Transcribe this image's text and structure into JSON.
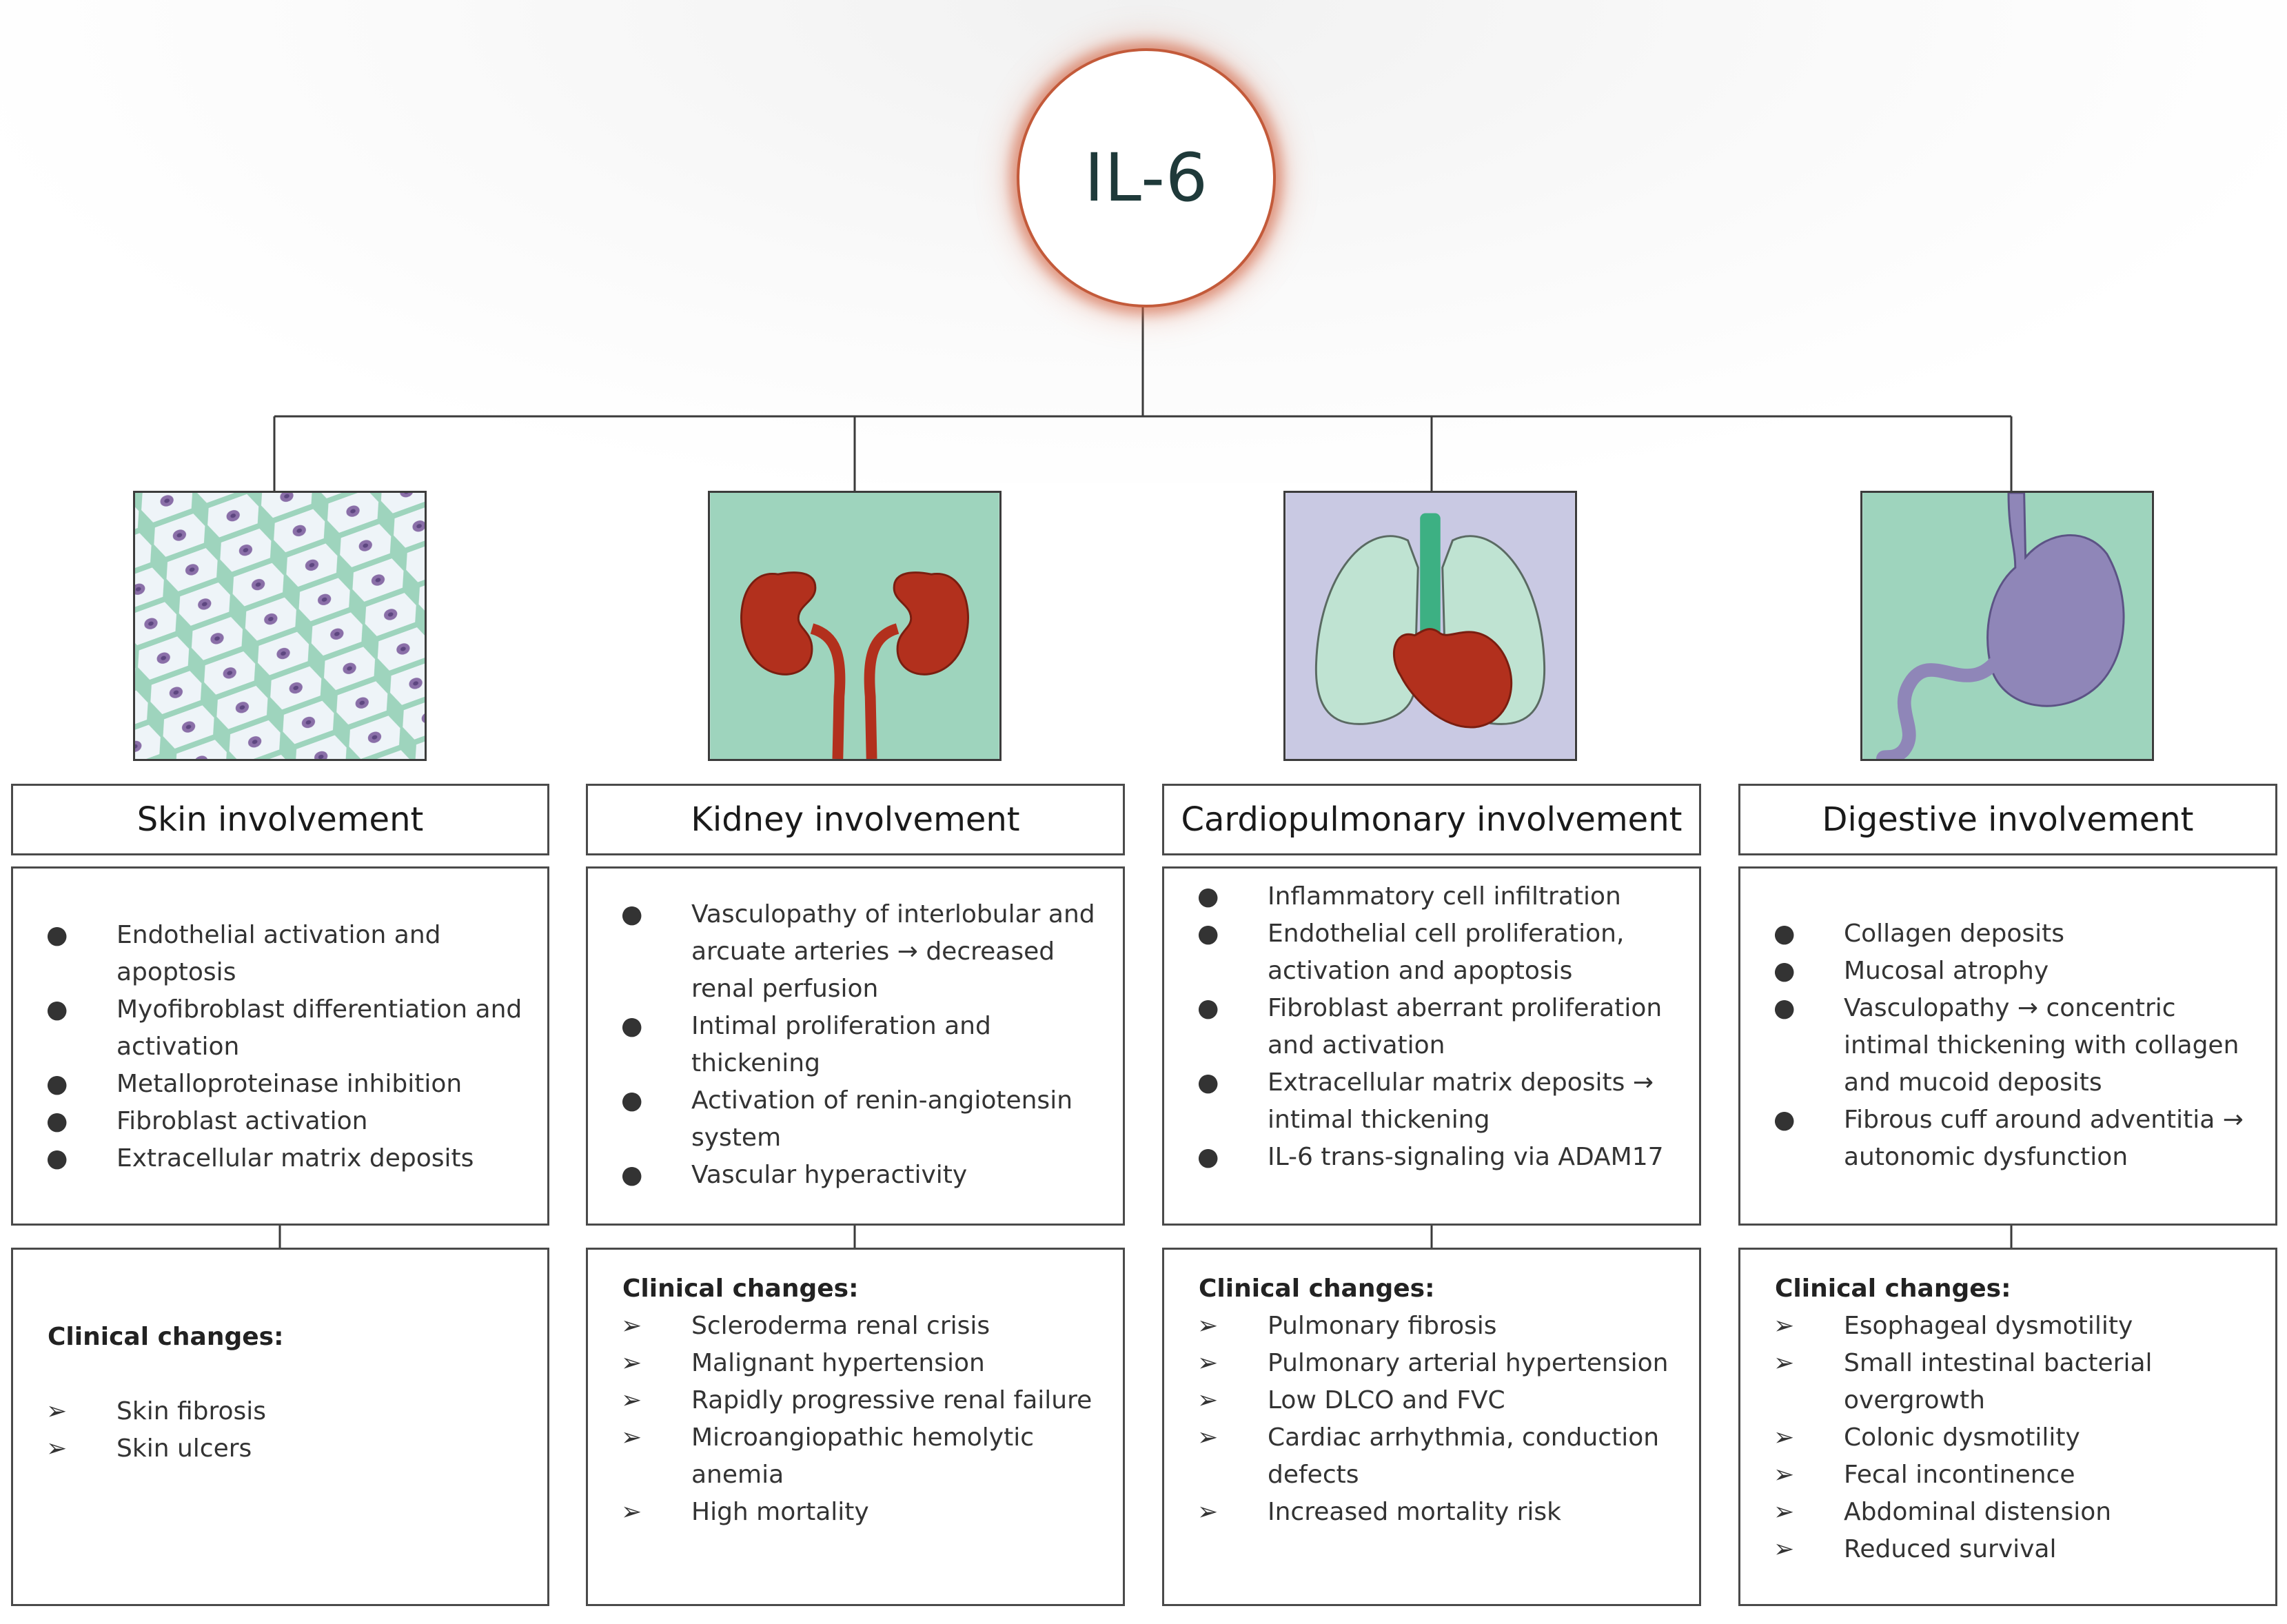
{
  "center": {
    "label": "IL-6"
  },
  "columns": [
    {
      "title": "Skin involvement",
      "mechanisms": [
        "Endothelial activation and apoptosis",
        "Myofibroblast differentiation and activation",
        "Metalloproteinase inhibition",
        "Fibroblast activation",
        "Extracellular matrix deposits"
      ],
      "clinical_heading": "Clinical changes:",
      "clinical": [
        "Skin fibrosis",
        "Skin ulcers"
      ]
    },
    {
      "title": "Kidney involvement",
      "mechanisms": [
        "Vasculopathy of interlobular and arcuate arteries → decreased renal perfusion",
        "Intimal proliferation and thickening",
        "Activation of renin-angiotensin system",
        "Vascular hyperactivity"
      ],
      "clinical_heading": "Clinical changes:",
      "clinical": [
        "Scleroderma renal crisis",
        "Malignant hypertension",
        "Rapidly progressive renal failure",
        "Microangiopathic hemolytic anemia",
        "High mortality"
      ]
    },
    {
      "title": "Cardiopulmonary involvement",
      "mechanisms": [
        "Inflammatory cell infiltration",
        "Endothelial cell proliferation, activation and apoptosis",
        "Fibroblast aberrant proliferation and activation",
        "Extracellular matrix deposits → intimal thickening",
        "IL-6 trans-signaling via ADAM17"
      ],
      "clinical_heading": "Clinical changes:",
      "clinical": [
        "Pulmonary fibrosis",
        "Pulmonary arterial hypertension",
        "Low DLCO and FVC",
        "Cardiac arrhythmia, conduction defects",
        "Increased mortality risk"
      ]
    },
    {
      "title": "Digestive involvement",
      "mechanisms": [
        "Collagen deposits",
        "Mucosal atrophy",
        "Vasculopathy → concentric intimal thickening with collagen and mucoid deposits",
        "Fibrous cuff around adventitia → autonomic dysfunction"
      ],
      "clinical_heading": "Clinical changes:",
      "clinical": [
        "Esophageal dysmotility",
        "Small intestinal bacterial overgrowth",
        "Colonic dysmotility",
        "Fecal incontinence",
        "Abdominal distension",
        "Reduced survival"
      ]
    }
  ],
  "colors": {
    "tissue_green": "#9ed4bd",
    "organ_red": "#b2301d",
    "lung_bg": "#c9c9e3",
    "stomach_purple": "#8f86b8",
    "il6_glow": "#cd5a37"
  },
  "icons": [
    "skin-cells-illustration",
    "kidneys-illustration",
    "heart-lungs-illustration",
    "stomach-illustration"
  ]
}
